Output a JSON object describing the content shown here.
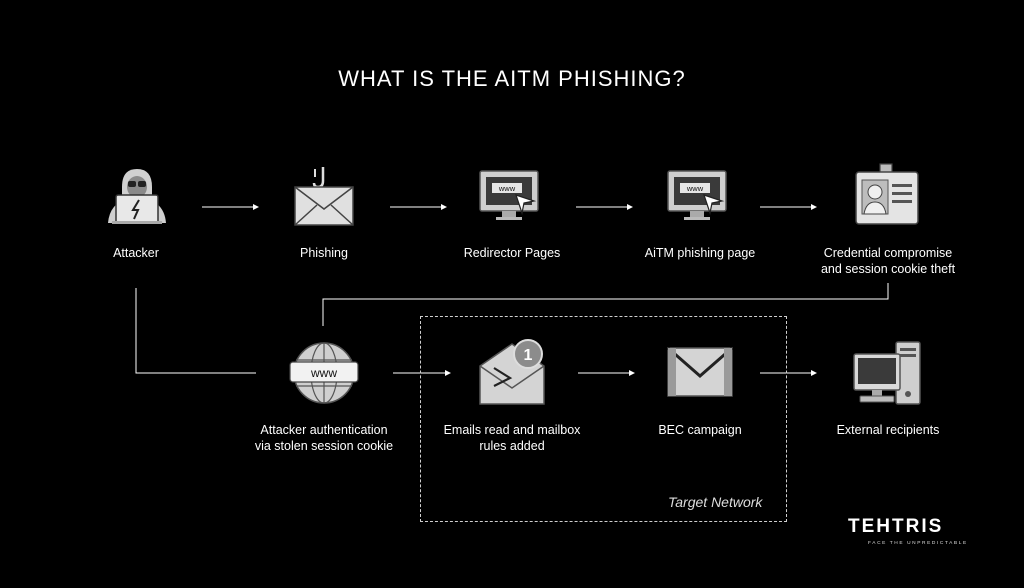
{
  "title": "WHAT IS THE AITM PHISHING?",
  "nodes": {
    "attacker": "Attacker",
    "phishing": "Phishing",
    "redirector": "Redirector Pages",
    "aitm_page": "AiTM phishing page",
    "credential_l1": "Credential compromise",
    "credential_l2": "and session cookie theft",
    "auth_l1": "Attacker authentication",
    "auth_l2": "via stolen session cookie",
    "emails_l1": "Emails read and mailbox",
    "emails_l2": "rules added",
    "bec": "BEC campaign",
    "external": "External recipients"
  },
  "icons": {
    "www_text": "www",
    "badge_count": "1"
  },
  "target_network": "Target Network",
  "logo": {
    "name": "TEHTRIS",
    "tagline": "FACE THE UNPREDICTABLE"
  },
  "colors": {
    "background": "#000000",
    "icon_fill": "#d9d9d9",
    "line": "#ffffff"
  }
}
